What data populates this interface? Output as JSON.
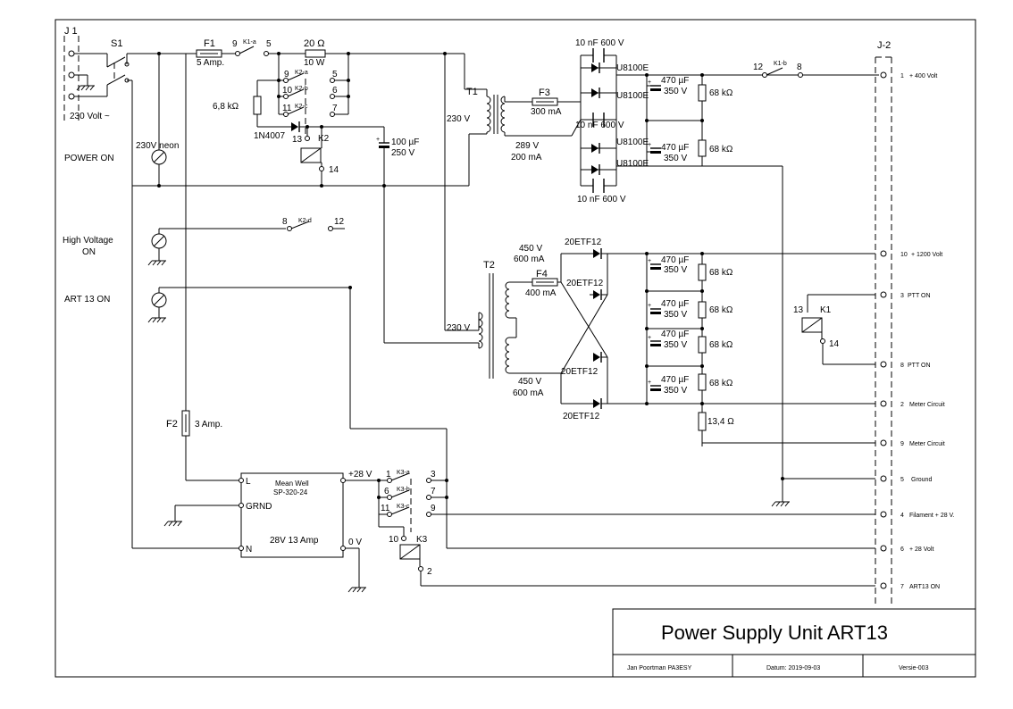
{
  "title_block": {
    "title": "Power Supply Unit  ART13",
    "author": "Jan Poortman  PA3ESY",
    "date": "Datum: 2019-09-03",
    "version": "Versie-003"
  },
  "connector_j1": "J 1",
  "connector_j2": "J-2",
  "switch_s1": "S1",
  "mains_label": "230 Volt ~",
  "neon_label": "230V neon",
  "power_on_label": "POWER ON",
  "high_voltage_label": "High Voltage\nON",
  "art13_on_label": "ART 13 ON",
  "fuses": {
    "f1": "F1",
    "f1_val": "5 Amp.",
    "f2": "F2",
    "f2_val": "3 Amp.",
    "f3": "F3",
    "f3_val": "300 mA",
    "f4": "F4",
    "f4_val": "400 mA"
  },
  "relay_k1a": {
    "label": "K1-a",
    "pin_a": "9",
    "pin_b": "5"
  },
  "relay_k1b": {
    "label": "K1-b",
    "pin_a": "12",
    "pin_b": "8"
  },
  "relay_k2_contacts": [
    {
      "label": "K2-a",
      "pin_a": "9",
      "pin_b": "5"
    },
    {
      "label": "K2-b",
      "pin_a": "10",
      "pin_b": "6"
    },
    {
      "label": "K2-c",
      "pin_a": "11",
      "pin_b": "7"
    }
  ],
  "relay_k2d": {
    "label": "K2-d",
    "pin_a": "8",
    "pin_b": "12"
  },
  "relay_k2_coil": {
    "label": "K2",
    "pin_top": "13",
    "pin_bottom": "14"
  },
  "relay_k1_coil": {
    "label": "K1",
    "pin_top": "13",
    "pin_bottom": "14"
  },
  "relay_k3_contacts": [
    {
      "label": "K3-a",
      "pin_a": "1",
      "pin_b": "3"
    },
    {
      "label": "K3-b",
      "pin_a": "6",
      "pin_b": "7"
    },
    {
      "label": "K3-c",
      "pin_a": "11",
      "pin_b": "9"
    }
  ],
  "relay_k3_coil": {
    "label": "K3",
    "pin_top": "10",
    "pin_bottom": "2"
  },
  "r_20": {
    "value": "20 Ω",
    "power": "10 W"
  },
  "r_68_small": "6,8 kΩ",
  "diode_1n4007": "1N4007",
  "cap_100": {
    "value": "100 µF",
    "voltage": "250 V"
  },
  "transformer_t1": {
    "label": "T1",
    "primary": "230 V",
    "sec_v": "289 V",
    "sec_a": "200 mA"
  },
  "transformer_t2": {
    "label": "T2",
    "primary": "230 V",
    "sec1_v": "450 V",
    "sec1_a": "600 mA",
    "sec2_v": "450 V",
    "sec2_a": "600 mA"
  },
  "u8100e": "U8100E",
  "cap_10nf": "10 nF 600 V",
  "cap_470": {
    "value": "470 µF",
    "voltage": "350 V"
  },
  "r_68k": "68 kΩ",
  "r_134": "13,4 Ω",
  "diode_20etf12": "20ETF12",
  "psu_module": {
    "brand": "Mean Well",
    "model": "SP-320-24",
    "rating": "28V  13 Amp",
    "pin_l": "L",
    "pin_grnd": "GRND",
    "pin_n": "N",
    "out_pos": "+28 V",
    "out_neg": "0 V"
  },
  "j2_pins": [
    {
      "num": "1",
      "label": "+ 400 Volt"
    },
    {
      "num": "10",
      "label": "+ 1200 Volt"
    },
    {
      "num": "3",
      "label": "PTT ON"
    },
    {
      "num": "8",
      "label": "PTT ON"
    },
    {
      "num": "2",
      "label": "Meter Circuit"
    },
    {
      "num": "9",
      "label": "Meter Circuit"
    },
    {
      "num": "5",
      "label": "Ground"
    },
    {
      "num": "4",
      "label": "Filament + 28 V."
    },
    {
      "num": "6",
      "label": "+ 28 Volt"
    },
    {
      "num": "7",
      "label": "ART13 ON"
    }
  ]
}
